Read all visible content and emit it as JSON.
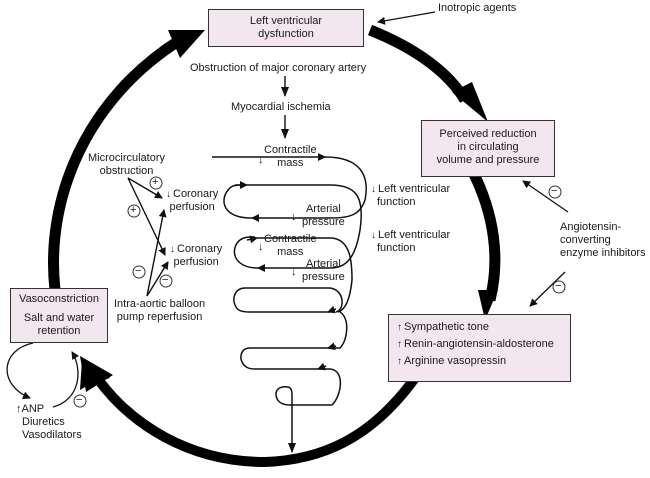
{
  "boxes": {
    "lv_dysfunction": [
      "Left ventricular",
      "dysfunction"
    ],
    "perceived_reduction": [
      "Perceived reduction",
      "in circulating",
      "volume and pressure"
    ],
    "vasoconstriction": [
      "Vasoconstriction",
      "Salt and water",
      "retention"
    ],
    "neurohormonal": [
      {
        "direction": "up",
        "label": "Sympathetic tone"
      },
      {
        "direction": "up",
        "label": "Renin-angiotensin-aldosterone"
      },
      {
        "direction": "up",
        "label": "Arginine vasopressin"
      }
    ]
  },
  "labels": {
    "inotropic_agents": "Inotropic agents",
    "obstruction": "Obstruction of major coronary artery",
    "ischemia": "Myocardial ischemia",
    "contractile_mass_1": [
      "Contractile",
      "mass"
    ],
    "contractile_mass_2": [
      "Contractile",
      "mass"
    ],
    "arterial_pressure_1": [
      "Arterial",
      "pressure"
    ],
    "arterial_pressure_2": [
      "Arterial",
      "pressure"
    ],
    "lv_function_1": [
      "Left ventricular",
      "function"
    ],
    "lv_function_2": [
      "Left ventricular",
      "function"
    ],
    "coronary_perfusion_1": [
      "Coronary",
      "perfusion"
    ],
    "coronary_perfusion_2": [
      "Coronary",
      "perfusion"
    ],
    "microcirculatory": [
      "Microcirculatory",
      "obstruction"
    ],
    "iabp": [
      "Intra-aortic balloon",
      "pump reperfusion"
    ],
    "ace_inhibitors": [
      "Angiotensin-",
      "converting",
      "enzyme inhibitors"
    ],
    "anp_group": [
      "↑ANP",
      "Diuretics",
      "Vasodilators"
    ]
  },
  "symbols": {
    "plus": "+",
    "minus": "−",
    "down_arrow": "↓",
    "up_arrow": "↑"
  }
}
